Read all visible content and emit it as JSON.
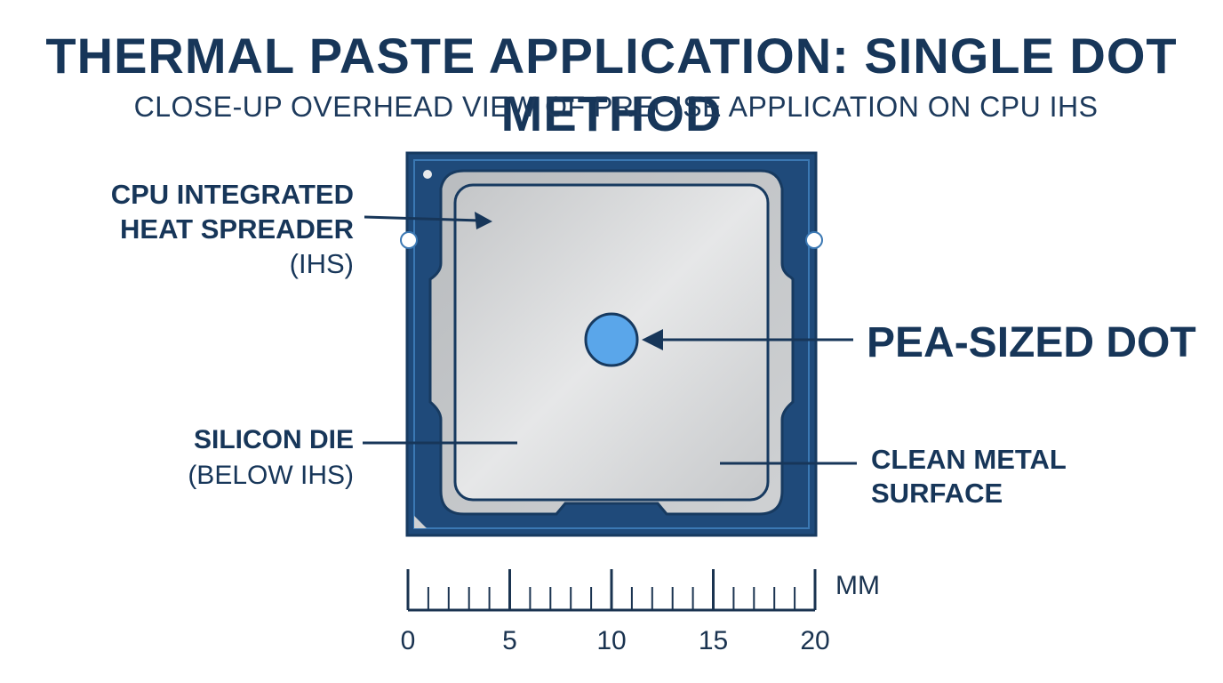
{
  "title": "THERMAL PASTE APPLICATION: SINGLE DOT METHOD",
  "subtitle": "CLOSE-UP OVERHEAD VIEW OF PRECISE APPLICATION ON CPU IHS",
  "labels": {
    "ihs_line1": "CPU INTEGRATED",
    "ihs_line2_bold": "HEAT SPREADER ",
    "ihs_line2_light": "(IHS)",
    "die_line1": "SILICON DIE",
    "die_line2": "(BELOW IHS)",
    "dot": "PEA-SIZED DOT",
    "clean_line1": "CLEAN METAL",
    "clean_line2": "SURFACE"
  },
  "ruler": {
    "unit": "MM",
    "ticks": [
      "0",
      "5",
      "10",
      "15",
      "20"
    ],
    "max": 20
  },
  "colors": {
    "text": "#173659",
    "pcb": "#1f4a7a",
    "pcb_dark": "#173a60",
    "paste": "#5aa6ea",
    "metal": "#d2d4d6"
  }
}
